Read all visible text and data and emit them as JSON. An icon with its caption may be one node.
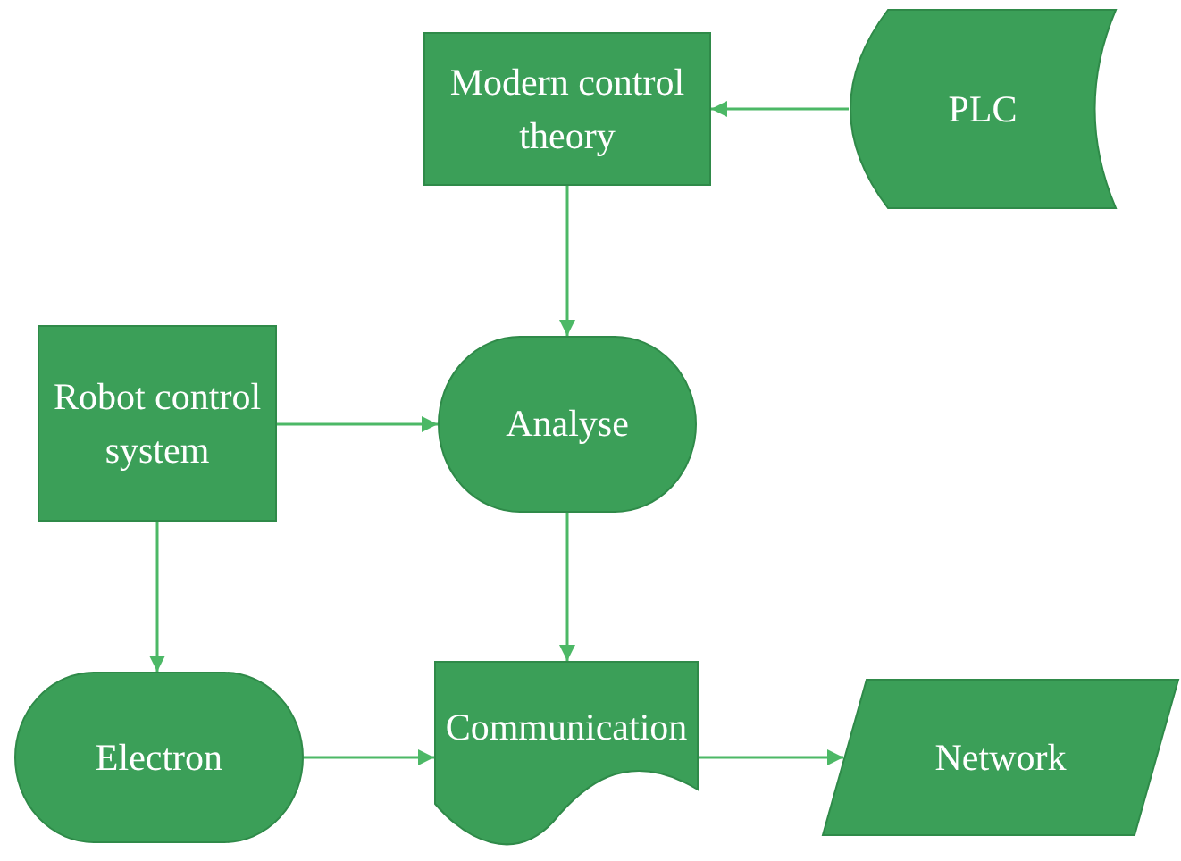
{
  "diagram": {
    "nodes": [
      {
        "text": [
          "Modern control theory"
        ]
      },
      {
        "text": [
          "PLC"
        ]
      },
      {
        "text": [
          "Robot control system"
        ]
      },
      {
        "text": [
          "Analyse"
        ]
      },
      {
        "text": [
          "Electron"
        ]
      },
      {
        "text": [
          "Communication"
        ]
      },
      {
        "text": [
          "Network"
        ]
      }
    ],
    "edges": [
      {
        "from": 1,
        "to": 0,
        "arrow": "to"
      },
      {
        "from": 0,
        "to": 3,
        "arrow": "to"
      },
      {
        "from": 2,
        "to": 3,
        "arrow": "to"
      },
      {
        "from": 3,
        "to": 5,
        "arrow": "to"
      },
      {
        "from": 2,
        "to": 4,
        "arrow": "to"
      },
      {
        "from": 4,
        "to": 5,
        "arrow": "to"
      },
      {
        "from": 5,
        "to": 6,
        "arrow": "to"
      }
    ]
  }
}
